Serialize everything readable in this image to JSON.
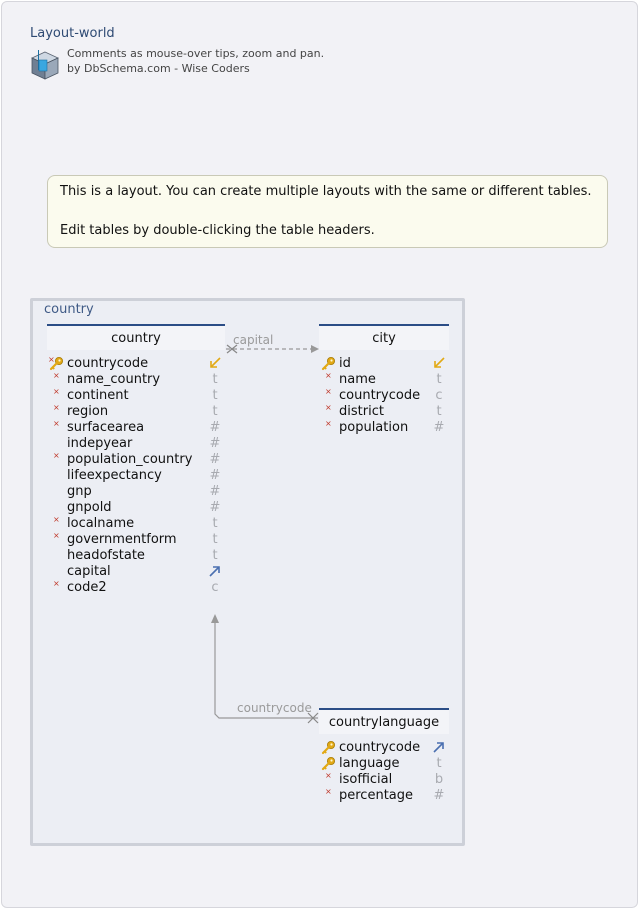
{
  "header": {
    "title": "Layout-world",
    "subtitle_line1": "Comments as mouse-over tips, zoom and pan.",
    "subtitle_line2": "by DbSchema.com - Wise Coders"
  },
  "note": {
    "line1": "This is a layout. You can create multiple layouts with the same or different tables.",
    "line2": "Edit tables by double-clicking the table headers."
  },
  "group": {
    "label": "country"
  },
  "tables": {
    "country": {
      "name": "country",
      "columns": [
        {
          "name": "countrycode",
          "type": "fk-in",
          "pk": true,
          "required": true
        },
        {
          "name": "name_country",
          "type": "t",
          "pk": false,
          "required": true
        },
        {
          "name": "continent",
          "type": "t",
          "pk": false,
          "required": true
        },
        {
          "name": "region",
          "type": "t",
          "pk": false,
          "required": true
        },
        {
          "name": "surfacearea",
          "type": "#",
          "pk": false,
          "required": true
        },
        {
          "name": "indepyear",
          "type": "#",
          "pk": false,
          "required": false
        },
        {
          "name": "population_country",
          "type": "#",
          "pk": false,
          "required": true
        },
        {
          "name": "lifeexpectancy",
          "type": "#",
          "pk": false,
          "required": false
        },
        {
          "name": "gnp",
          "type": "#",
          "pk": false,
          "required": false
        },
        {
          "name": "gnpold",
          "type": "#",
          "pk": false,
          "required": false
        },
        {
          "name": "localname",
          "type": "t",
          "pk": false,
          "required": true
        },
        {
          "name": "governmentform",
          "type": "t",
          "pk": false,
          "required": true
        },
        {
          "name": "headofstate",
          "type": "t",
          "pk": false,
          "required": false
        },
        {
          "name": "capital",
          "type": "fk-out",
          "pk": false,
          "required": false
        },
        {
          "name": "code2",
          "type": "c",
          "pk": false,
          "required": true
        }
      ]
    },
    "city": {
      "name": "city",
      "columns": [
        {
          "name": "id",
          "type": "fk-in",
          "pk": true,
          "required": false
        },
        {
          "name": "name",
          "type": "t",
          "pk": false,
          "required": true
        },
        {
          "name": "countrycode",
          "type": "c",
          "pk": false,
          "required": true
        },
        {
          "name": "district",
          "type": "t",
          "pk": false,
          "required": true
        },
        {
          "name": "population",
          "type": "#",
          "pk": false,
          "required": true
        }
      ]
    },
    "countrylanguage": {
      "name": "countrylanguage",
      "columns": [
        {
          "name": "countrycode",
          "type": "fk-out",
          "pk": true,
          "required": false
        },
        {
          "name": "language",
          "type": "t",
          "pk": true,
          "required": false
        },
        {
          "name": "isofficial",
          "type": "b",
          "pk": false,
          "required": true
        },
        {
          "name": "percentage",
          "type": "#",
          "pk": false,
          "required": true
        }
      ]
    }
  },
  "relations": {
    "capital": {
      "label": "capital",
      "from": "country",
      "to": "city"
    },
    "countrycode": {
      "label": "countrycode",
      "from": "countrylanguage",
      "to": "country"
    }
  },
  "colors": {
    "header_rule": "#2b4d86",
    "pk_key": "#e2a915",
    "required_marker": "#c0392b",
    "fk_arrow": "#4a6fb0",
    "relation_line": "#999999"
  },
  "icons": {
    "logo": "dbschema-cube-icon",
    "pk": "key-icon",
    "fk-in": "fk-in-arrow-icon",
    "fk-out": "fk-out-arrow-icon"
  }
}
